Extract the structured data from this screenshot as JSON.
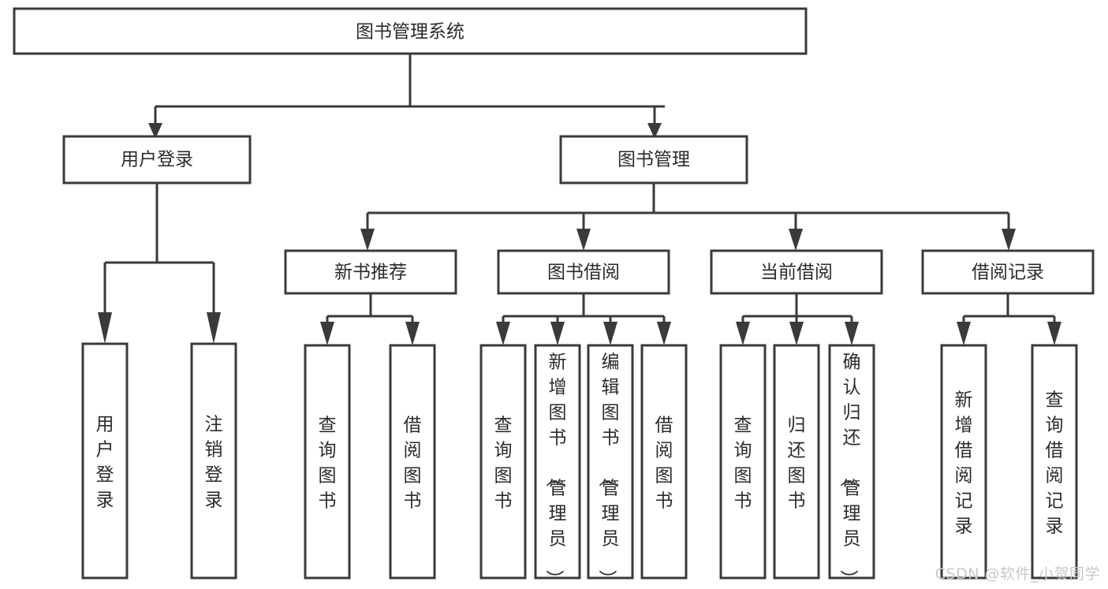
{
  "diagram": {
    "title_node": {
      "label": "图书管理系统"
    },
    "level2": [
      {
        "id": "user-login",
        "label": "用户登录"
      },
      {
        "id": "book-management",
        "label": "图书管理"
      }
    ],
    "level3": [
      {
        "id": "new-book-recommend",
        "label": "新书推荐"
      },
      {
        "id": "book-borrow",
        "label": "图书借阅"
      },
      {
        "id": "current-borrow",
        "label": "当前借阅"
      },
      {
        "id": "borrow-record",
        "label": "借阅记录"
      }
    ],
    "leaves": {
      "user_login": [
        {
          "id": "leaf-user-login",
          "label": "用户登录"
        },
        {
          "id": "leaf-logout-login",
          "label": "注销登录"
        }
      ],
      "new_book_recommend": [
        {
          "id": "leaf-query-book-1",
          "label": "查询图书"
        },
        {
          "id": "leaf-borrow-book-1",
          "label": "借阅图书"
        }
      ],
      "book_borrow": [
        {
          "id": "leaf-query-book-2",
          "label": "查询图书"
        },
        {
          "id": "leaf-add-book",
          "label": "新增图书（管理员）"
        },
        {
          "id": "leaf-edit-book",
          "label": "编辑图书（管理员）"
        },
        {
          "id": "leaf-borrow-book-2",
          "label": "借阅图书"
        }
      ],
      "current_borrow": [
        {
          "id": "leaf-query-book-3",
          "label": "查询图书"
        },
        {
          "id": "leaf-return-book",
          "label": "归还图书"
        },
        {
          "id": "leaf-confirm-return",
          "label": "确认归还（管理员）"
        }
      ],
      "borrow_record": [
        {
          "id": "leaf-add-record",
          "label": "新增借阅记录"
        },
        {
          "id": "leaf-query-record",
          "label": "查询借阅记录"
        }
      ]
    },
    "watermark": "CSDN @软件_小贺同学",
    "colors": {
      "stroke": "#3a3a3a",
      "fill": "#ffffff",
      "text": "#2b2b2b",
      "watermark": "#c9c9c9"
    }
  }
}
